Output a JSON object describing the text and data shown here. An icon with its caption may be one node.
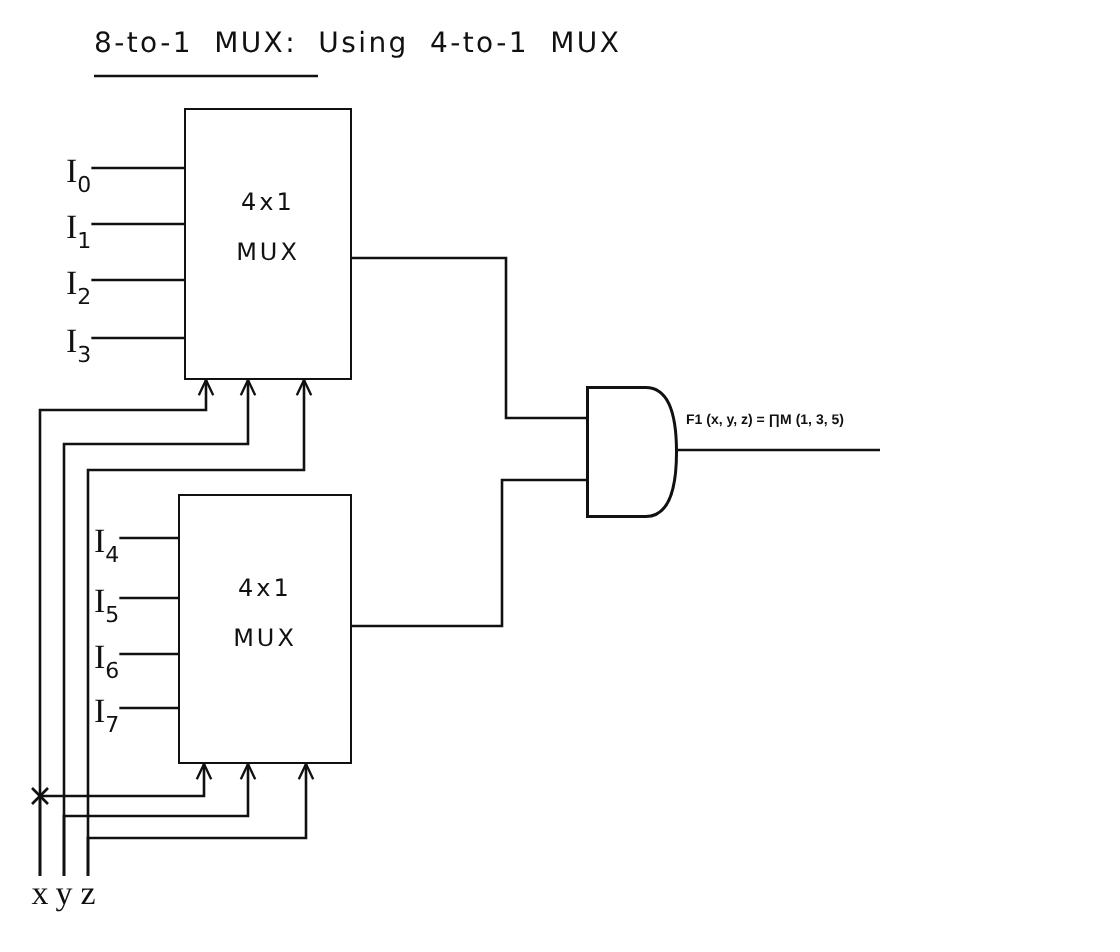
{
  "diagram": {
    "title": "8-to-1 MUX: Using 4-to-1 MUX",
    "nodes": [
      {
        "text": [
          "I$_{0}$"
        ]
      },
      {
        "text": [
          "I$_{1}$"
        ]
      },
      {
        "text": [
          "I$_{2}$"
        ]
      },
      {
        "text": [
          "I$_{3}$"
        ]
      },
      {
        "text": [
          "4x1 MUX"
        ]
      },
      {
        "text": [],
        "shape": "gate"
      },
      {
        "text": [
          "I$_{4}$"
        ]
      },
      {
        "text": [
          "I$_{5}$"
        ]
      },
      {
        "text": [
          "I$_{6}$"
        ]
      },
      {
        "text": [
          "I$_{7}$"
        ]
      },
      {
        "text": [
          "4x1 MUX"
        ]
      },
      {
        "text": [
          "x"
        ]
      },
      {
        "text": [
          "y"
        ]
      },
      {
        "text": [
          "z"
        ]
      }
    ],
    "edges": [
      {
        "from": 0,
        "to": 4,
        "arrow": "none"
      },
      {
        "from": 1,
        "to": 4,
        "arrow": "none"
      },
      {
        "from": 2,
        "to": 4,
        "arrow": "none"
      },
      {
        "from": 3,
        "to": 4,
        "arrow": "none"
      },
      {
        "from": 4,
        "to": 5,
        "arrow": "none"
      },
      {
        "from": 10,
        "to": 5,
        "arrow": "none"
      },
      {
        "from": 5,
        "to": null,
        "arrow": "none",
        "label": "F1 (x, y, z) = ∏M (1, 3, 5)"
      },
      {
        "from": 6,
        "to": 10,
        "arrow": "none"
      },
      {
        "from": 7,
        "to": 10,
        "arrow": "none"
      },
      {
        "from": 8,
        "to": 10,
        "arrow": "none"
      },
      {
        "from": 9,
        "to": 10,
        "arrow": "none"
      },
      {
        "from": 11,
        "to": 4,
        "arrow": "to"
      },
      {
        "from": 12,
        "to": 4,
        "arrow": "to"
      },
      {
        "from": 13,
        "to": 4,
        "arrow": "to"
      },
      {
        "from": 11,
        "to": 10,
        "arrow": "to"
      },
      {
        "from": 12,
        "to": 10,
        "arrow": "to"
      },
      {
        "from": 13,
        "to": 10,
        "arrow": "to"
      }
    ]
  }
}
